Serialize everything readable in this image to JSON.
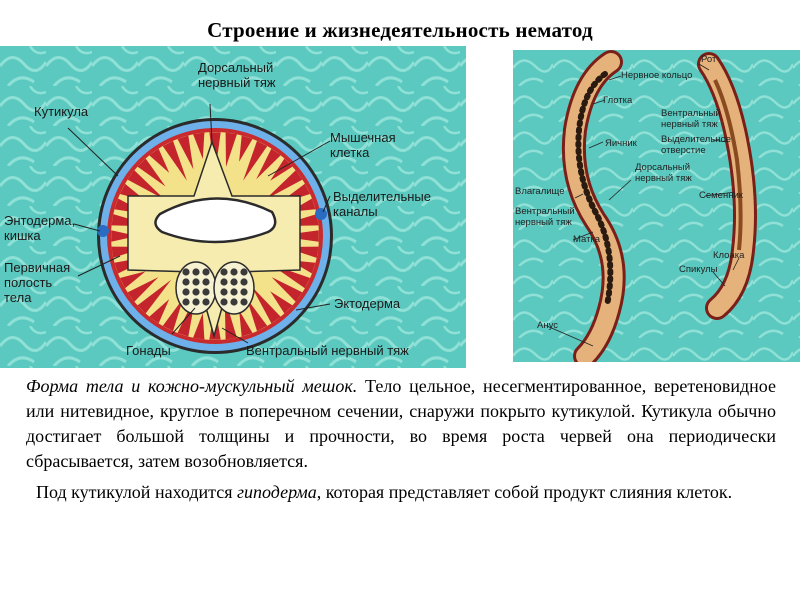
{
  "title": "Строение и жизнедеятельность нематод",
  "cross_section": {
    "labels": {
      "dorsal": "Дорсальный нервный тяж",
      "dorsal_l1": "Дорсальный",
      "dorsal_l2": "нервный тяж",
      "cuticle": "Кутикула",
      "muscle_l1": "Мышечная",
      "muscle_l2": "клетка",
      "excretory_l1": "Выделительные",
      "excretory_l2": "каналы",
      "endoderm_l1": "Энтодерма,",
      "endoderm_l2": "кишка",
      "primary_l1": "Первичная",
      "primary_l2": "полость",
      "primary_l3": "тела",
      "ectoderm": "Эктодерма",
      "gonads": "Гонады",
      "ventral": "Вентральный нервный тяж"
    },
    "colors": {
      "background": "#55c6bd",
      "cuticle": "#3d7fc7",
      "muscle": "#c4242c",
      "cytoplasm": "#f3e28a"
    }
  },
  "worms": {
    "labels": {
      "mouth": "Рот",
      "nerve_ring": "Нервное кольцо",
      "pharynx": "Глотка",
      "ventral_nerve_l1": "Вентральный",
      "ventral_nerve_l2": "нервный тяж",
      "excretory_l1": "Выделительное",
      "excretory_l2": "отверстие",
      "ovary": "Яичник",
      "dorsal_l1": "Дорсальный",
      "dorsal_l2": "нервный тяж",
      "vagina": "Влагалище",
      "testis": "Семенник",
      "ventral_l1": "Вентральный",
      "ventral_l2": "нервный тяж",
      "uterus": "Матка",
      "cloaca": "Клоака",
      "spicules": "Спикулы",
      "anus": "Анус"
    }
  },
  "text": {
    "p1_italic": "Форма тела и кожно-мускульный мешок.",
    "p1_rest": " Тело цельное, несегментированное, веретеновидное или нитевидное, круглое в поперечном сечении, снаружи покрыто кутикулой. Кутикула обычно достигает большой толщины и прочности, во время роста червей она периодически сбрасывается, затем возобновляется.",
    "p2_start": "Под кутикулой находится ",
    "p2_italic": "гиподерма",
    "p2_end": ", которая представляет собой продукт слияния клеток."
  }
}
